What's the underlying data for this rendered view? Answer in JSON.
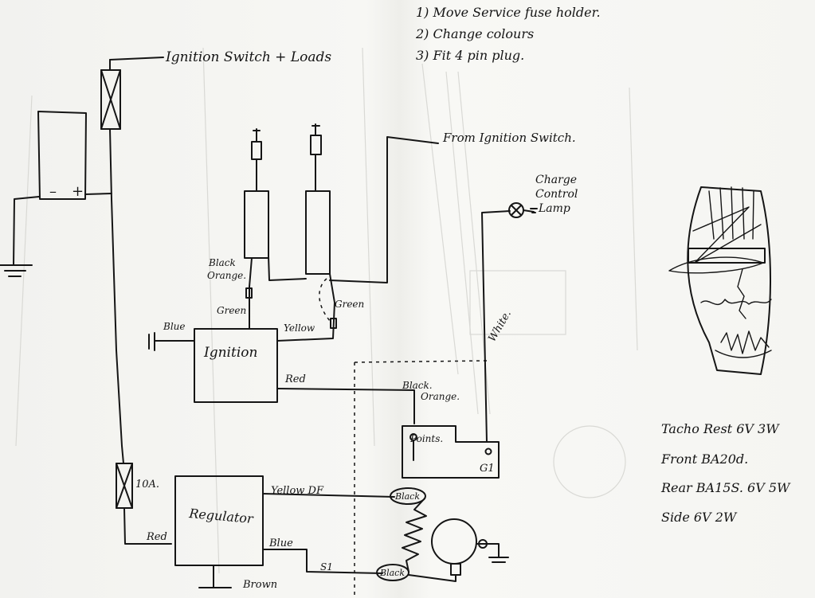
{
  "notes": [
    "1) Move Service fuse holder.",
    "2) Change colours",
    "3) Fit 4 pin plug."
  ],
  "labels": {
    "ignition_switch_loads": "Ignition Switch + Loads",
    "from_ignition_switch": "From Ignition Switch.",
    "charge_control_lamp": [
      "Charge",
      "Control",
      "Lamp"
    ],
    "battery_minus": "–",
    "battery_plus": "+",
    "fuse_rating": "10A.",
    "ignition_box": "Ignition",
    "regulator_box": "Regulator",
    "points": "Points.",
    "g1": "G1",
    "capacitor_wire": "Blue"
  },
  "wire_colours": {
    "black_orange_left": [
      "Black",
      "Orange."
    ],
    "green_left": "Green",
    "green_right": "Green",
    "yellow": "Yellow",
    "red_ignition": "Red",
    "black_orange_points": [
      "Black.",
      "Orange."
    ],
    "white": "White.",
    "yellow_df": "Yellow DF",
    "red_regulator": "Red",
    "blue_regulator": "Blue",
    "brown": "Brown",
    "s1": "S1"
  },
  "generator_terminals": {
    "top": "Black",
    "bottom": "Black"
  },
  "bulbs": [
    "Tacho Rest 6V 3W",
    "Front BA20d.",
    "Rear BA15S. 6V 5W",
    "Side 6V 2W"
  ]
}
